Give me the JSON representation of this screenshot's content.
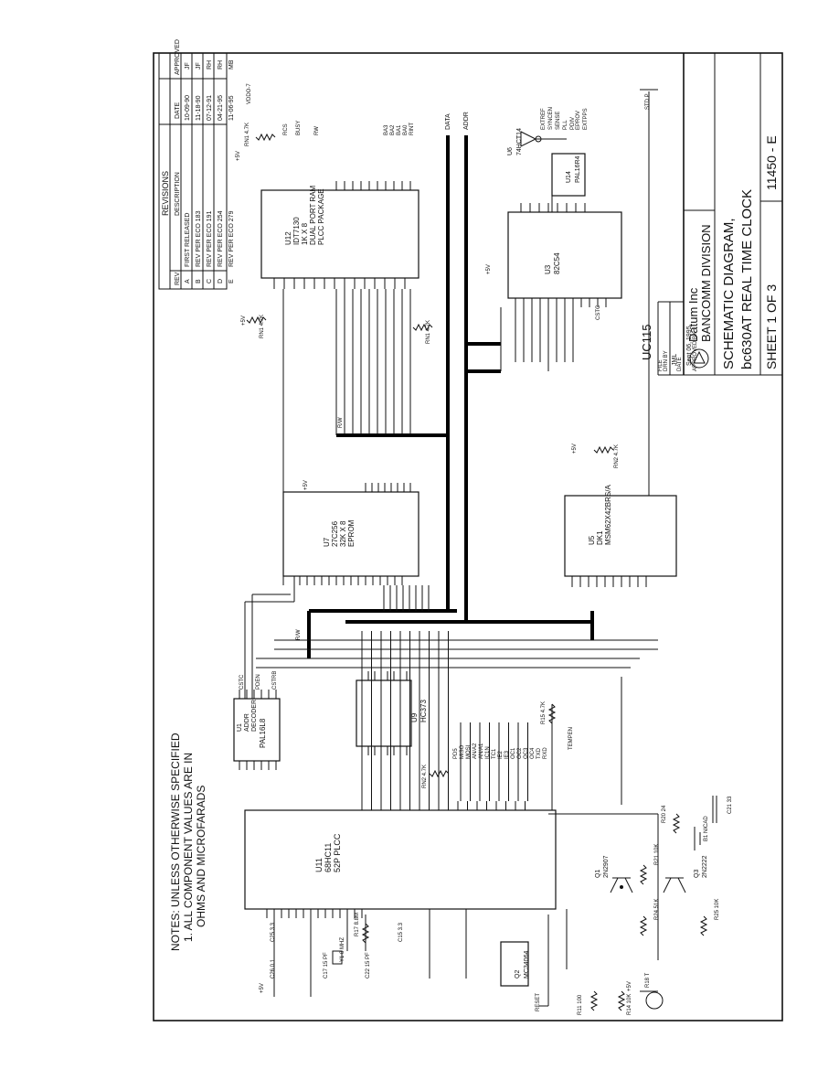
{
  "notes": {
    "heading": "NOTES: UNLESS OTHERWISE SPECIFIED",
    "line1": "1. ALL COMPONENT VALUES ARE IN",
    "line2": "OHMS AND MICROFARADS"
  },
  "revisions": {
    "title": "REVISIONS",
    "headers": [
      "REV",
      "DESCRIPTION",
      "DATE",
      "APPROVED"
    ],
    "rows": [
      [
        "A",
        "FIRST RELEASED",
        "10-09-90",
        "JF"
      ],
      [
        "B",
        "REV PER ECO 183",
        "11-18-90",
        "JF"
      ],
      [
        "C",
        "REV PER ECO 191",
        "07-12-91",
        "RH"
      ],
      [
        "D",
        "REV PER ECO 254",
        "04-21-95",
        "RH"
      ],
      [
        "E",
        "REV PER ECO 279",
        "11-06-95",
        "MB"
      ]
    ]
  },
  "title_block": {
    "company": "Datum Inc",
    "division": "BANCOMM DIVISION",
    "title_line1": "SCHEMATIC DIAGRAM,",
    "title_line2": "bc630AT REAL TIME CLOCK",
    "sheet": "SHEET 1 OF 3",
    "doc_number": "11450 - E",
    "drawing_id": "UC115",
    "file_label": "FILE",
    "drawn_by_label": "DRN BY",
    "drawn_by": "JML",
    "date_label": "DATE",
    "date": "Sept 06, 1995",
    "approved_label": "APPROVED BY"
  },
  "components": {
    "u11": [
      "U11",
      "68HC11",
      "52P PLCC"
    ],
    "u12": [
      "U12",
      "IDT7130",
      "1K X 8",
      "DUAL PORT RAM",
      "PLCC PACKAGE"
    ],
    "u7": [
      "U7",
      "27C256",
      "32K X 8",
      "EPROM"
    ],
    "u3": [
      "U3",
      "82C54"
    ],
    "u5": [
      "U5",
      "DK1",
      "MSM62X42BRS/A"
    ],
    "u1": [
      "U1",
      "ADDR",
      "DECODER"
    ],
    "u1_part": "PAL16L8",
    "u9": [
      "U9",
      "HC373"
    ],
    "u14": [
      "U14",
      "PAL16R4"
    ],
    "u6": [
      "U6",
      "74HCT14"
    ],
    "q1": [
      "Q1",
      "2N2907"
    ],
    "q3": [
      "Q3",
      "2N2222"
    ],
    "q2": [
      "Q2",
      "MC34064"
    ],
    "passives": {
      "rn1_a": [
        "RN1",
        "4.7K"
      ],
      "rn1_b": [
        "RN1",
        "4.7K"
      ],
      "rn1_c": [
        "RN1",
        "4.7K"
      ],
      "rn2_top": [
        "RN2",
        "4.7K"
      ],
      "rn2_mid": [
        "RN2",
        "4.7K"
      ],
      "r15": [
        "R15",
        "4.7K"
      ],
      "r20": [
        "R20",
        "24"
      ],
      "r21": [
        "R21",
        "10K"
      ],
      "r24": [
        "R24",
        "51K"
      ],
      "r25": [
        "R25",
        "10K"
      ],
      "r11": [
        "R11",
        "100"
      ],
      "r14": [
        "R14",
        "10K"
      ],
      "r18": [
        "R18",
        "T"
      ],
      "r17": [
        "R17",
        "8.8M"
      ],
      "c21": [
        "C21",
        "33"
      ],
      "c25": [
        "C25",
        "3.3"
      ],
      "c26": [
        "C26",
        "0.1"
      ],
      "c17": [
        "C17",
        "15 PF"
      ],
      "c22": [
        "C22",
        "15 PF"
      ],
      "c15": [
        "C15",
        "3.3"
      ],
      "y1": [
        "Y1",
        "8 MHZ"
      ],
      "b1": [
        "B1",
        "NICAD"
      ]
    }
  },
  "signals": {
    "plus5v": "+5V",
    "data": "DATA",
    "addr": "ADDR",
    "rw": "R/W",
    "reset": "RESET",
    "tempen": "TEMPEN",
    "std_p": "STD P",
    "vddo": "VDDO-7",
    "rcs": "RCS",
    "busy": "BUSY",
    "rw_right": "RW",
    "ba_list": [
      "BA3",
      "BA2",
      "BA1",
      "BA0",
      "RINT"
    ],
    "u11_ports": [
      "PD5",
      "MISO",
      "MOSI",
      "AN/A2",
      "AN/A1",
      "IC1N",
      "TC1",
      "IE2",
      "IE3",
      "OC1",
      "OC2",
      "OC3",
      "OC4",
      "TXD",
      "RXD"
    ],
    "decoder_outs": [
      "CSTC",
      "PDEN",
      "CSTRB"
    ],
    "ctc_out": "CSTC",
    "u3_right": [
      "EXTREF",
      "SYNCEN",
      "SENSE",
      "PLL",
      "PDIV"
    ],
    "eprov": [
      "EPROV",
      "EXTPPS"
    ]
  }
}
